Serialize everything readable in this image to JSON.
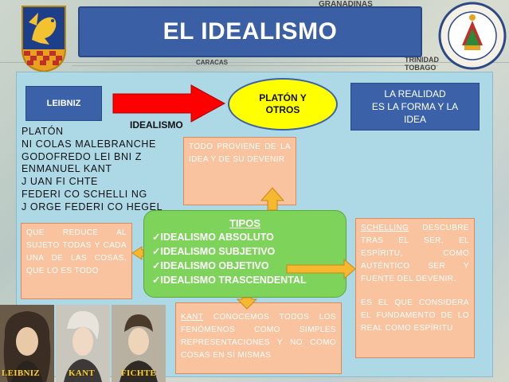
{
  "title": "EL IDEALISMO",
  "leibniz_box": "LEIBNIZ",
  "plato_ellipse": [
    "PLATÓN Y",
    "OTROS"
  ],
  "realidad_box": [
    "LA REALIDAD",
    "ES LA FORMA Y LA",
    "IDEA"
  ],
  "idealismo_label": "IDEALISMO",
  "philosophers": [
    "PLATÓN",
    "NI COLAS MALEBRANCHE",
    "GODOFREDO LEI BNI Z",
    "ENMANUEL KANT",
    "J UAN FI CHTE",
    "FEDERI CO SCHELLI NG",
    "J ORGE FEDERI CO HEGEL"
  ],
  "todo_box": "TODO PROVIENE DE LA IDEA Y DE SU DEVENIR",
  "que_box": "QUE REDUCE AL SUJETO TODAS Y CADA UNA DE LAS COSAS, QUE LO ES TODO",
  "tipos": {
    "title": "TIPOS",
    "items": [
      "IDEALISMO ABSOLUTO",
      "IDEALISMO SUBJETIVO",
      "IDEALISMO OBJETIVO",
      "IDEALISMO TRASCENDENTAL"
    ]
  },
  "kant_box": {
    "name": "KANT",
    "text": " CONOCEMOS TODOS LOS FENÓMENOS COMO SIMPLES REPRESENTACIONES Y NO COMO COSAS EN SÍ MISMAS"
  },
  "schelling_box": {
    "name": "SCHELLING",
    "text1": " DESCUBRE TRAS EL SER, EL ESPÍRITU, COMO AUTÉNTICO SER Y FUENTE DEL DEVENIR.",
    "text2": "ES EL QUE CONSIDERA EL FUNDAMENTO DE LO REAL COMO ESPÍRITU"
  },
  "portrait_labels": [
    "LEIBNIZ",
    "KANT",
    "FICHTE"
  ],
  "map_labels": [
    "GRANADINAS",
    "CARACAS",
    "TRINIDAD",
    "TOBAGO"
  ],
  "colors": {
    "title_bg": "#3a5fa5",
    "panel_bg": "#add8e6",
    "salmon": "#f8c39e",
    "tipos_green": "#7ed35a",
    "ellipse_yellow": "#ffff00",
    "arrow_red": "#ff0000",
    "arrow_orange": "#f5b82e"
  }
}
